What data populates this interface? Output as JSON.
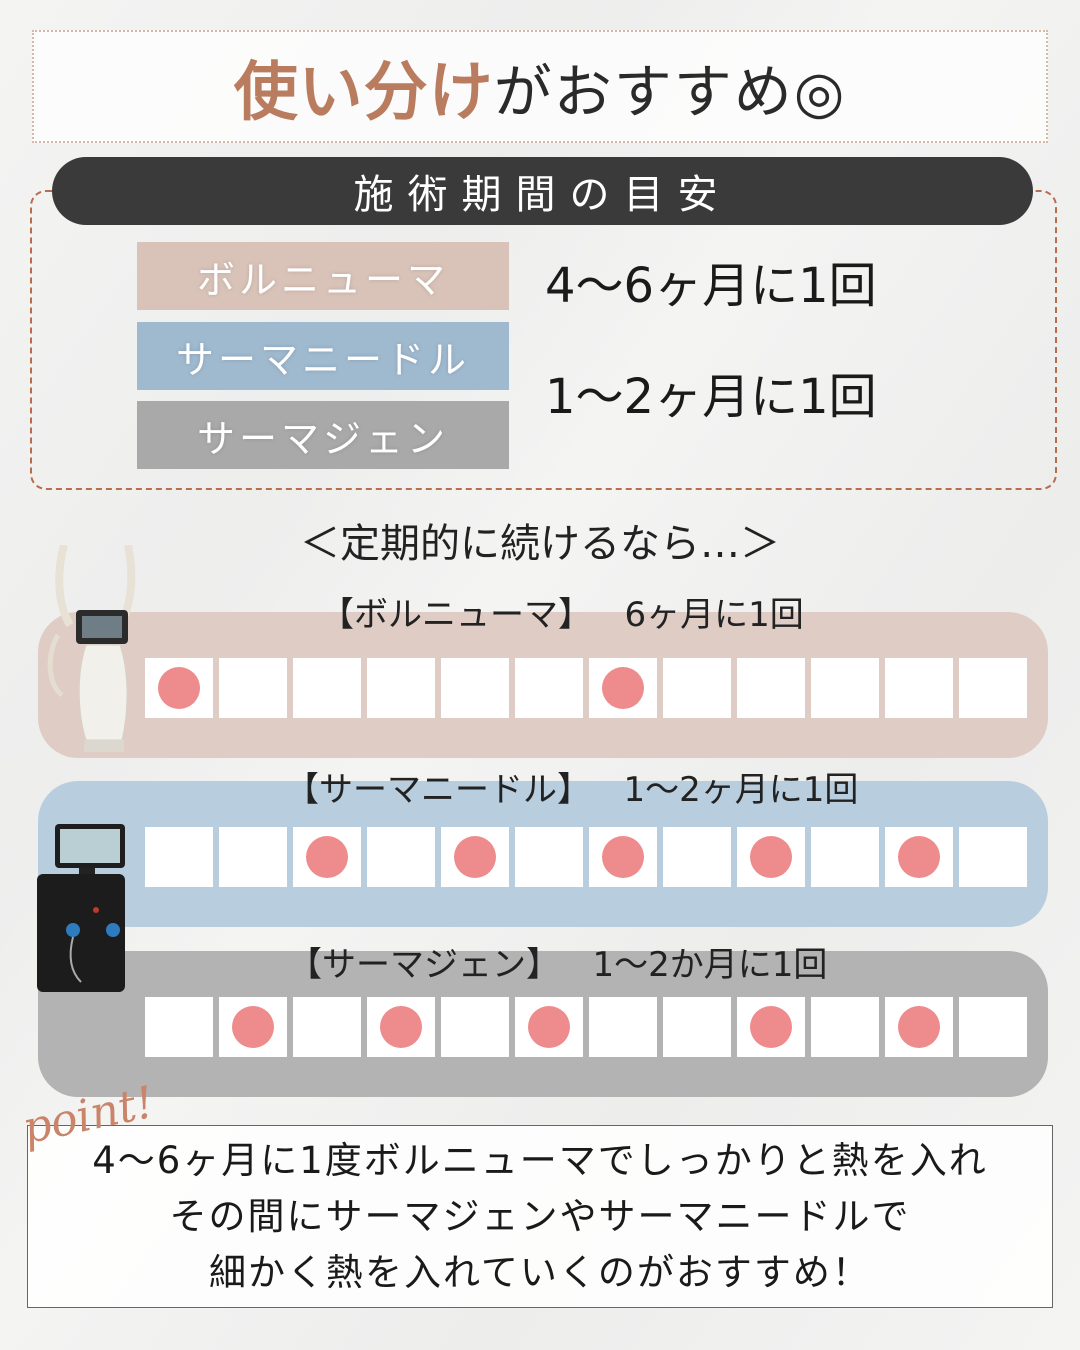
{
  "title": {
    "highlight": "使い分け",
    "rest": "がおすすめ◎"
  },
  "period_section": {
    "header": "施術期間の目安",
    "treatments": [
      {
        "label": "ボルニューマ",
        "color": "#d9c3b9"
      },
      {
        "label": "サーマニードル",
        "color": "#9fb9cf"
      },
      {
        "label": "サーマジェン",
        "color": "#a9a9a9"
      }
    ],
    "frequencies": [
      "4〜6ヶ月に1回",
      "1〜2ヶ月に1回"
    ]
  },
  "regular_subtitle": "＜定期的に続けるなら…＞",
  "schedules": [
    {
      "name": "【ボルニューマ】",
      "freq": "6ヶ月に1回",
      "band_color": "#dfcdc5",
      "marks": [
        1,
        0,
        0,
        0,
        0,
        0,
        1,
        0,
        0,
        0,
        0,
        0
      ]
    },
    {
      "name": "【サーマニードル】",
      "freq": "1〜2ヶ月に1回",
      "band_color": "#b8cddd",
      "marks": [
        0,
        0,
        1,
        0,
        1,
        0,
        1,
        0,
        1,
        0,
        1,
        0
      ]
    },
    {
      "name": "【サーマジェン】",
      "freq": "1〜2か月に1回",
      "band_color": "#b3b3b3",
      "marks": [
        0,
        1,
        0,
        1,
        0,
        1,
        0,
        0,
        1,
        0,
        1,
        0
      ]
    }
  ],
  "point": {
    "script": "point!",
    "lines": [
      "4〜6ヶ月に1度ボルニューマでしっかりと熱を入れ",
      "その間にサーマジェンやサーマニードルで",
      "細かく熱を入れていくのがおすすめ！"
    ]
  },
  "colors": {
    "accent": "#b97c5f",
    "dot": "#ee8b8c",
    "dark": "#3a3a3a"
  }
}
